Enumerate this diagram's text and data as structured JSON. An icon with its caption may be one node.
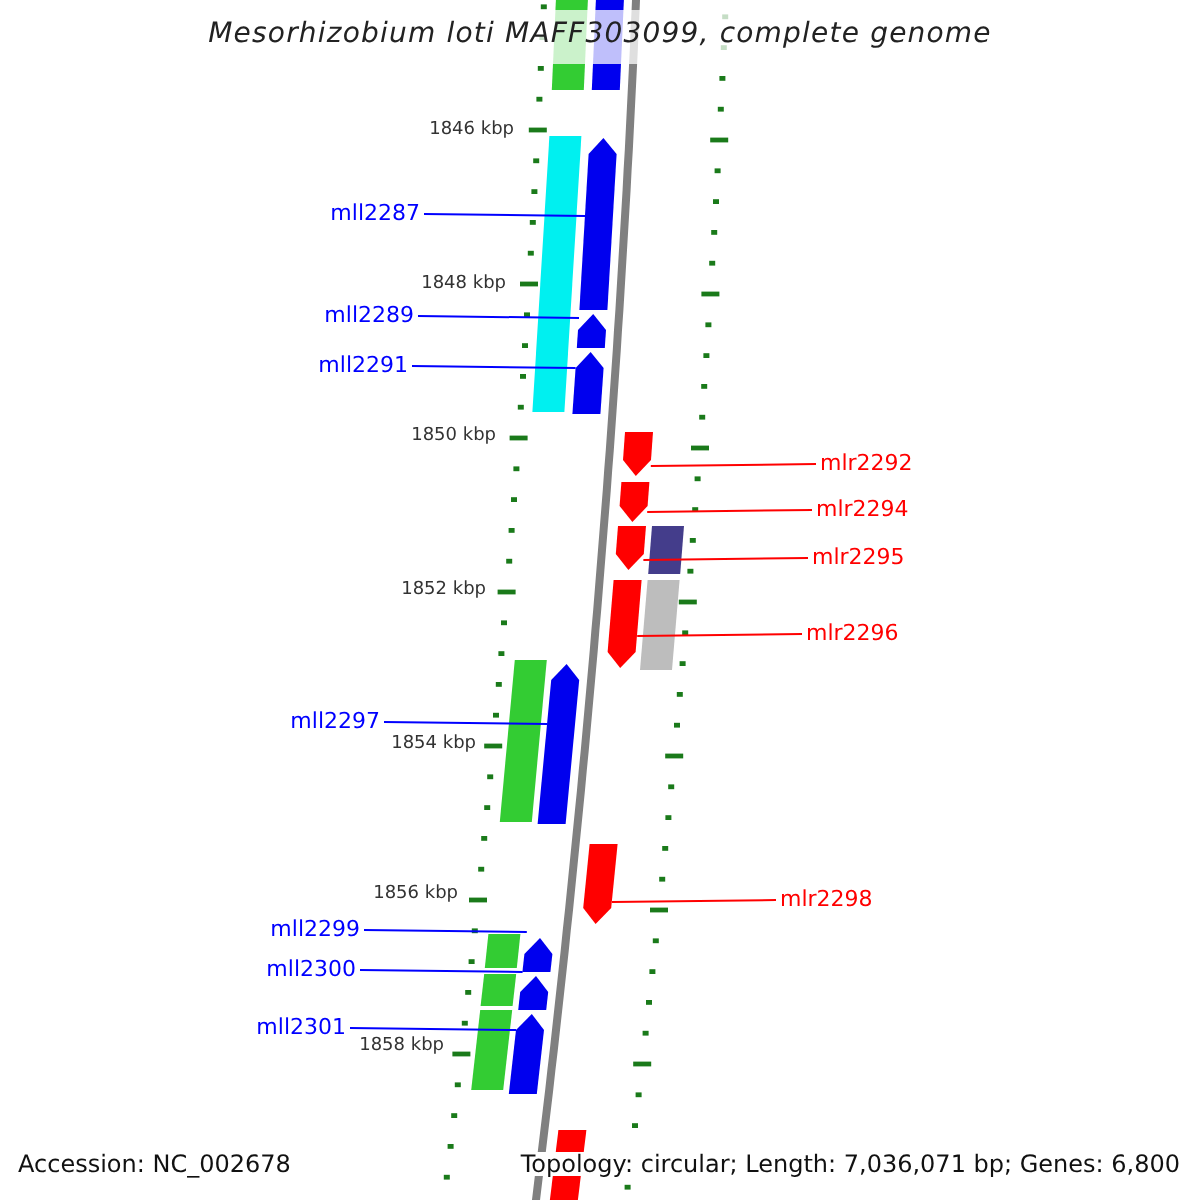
{
  "diagram": {
    "title": "Mesorhizobium loti MAFF303099, complete genome",
    "nodes": [
      {
        "text": [],
        "shape": "bar"
      },
      {
        "text": [],
        "shape": "arrow"
      },
      {
        "text": [
          "mll2287"
        ]
      },
      {
        "text": [],
        "shape": "bar"
      },
      {
        "text": [],
        "shape": "arrow"
      },
      {
        "text": [
          "mll2289"
        ]
      },
      {
        "text": [],
        "shape": "arrow"
      },
      {
        "text": [
          "mll2291"
        ]
      },
      {
        "text": [],
        "shape": "arrow"
      },
      {
        "text": [],
        "shape": "arrow"
      },
      {
        "text": [
          "mlr2292"
        ]
      },
      {
        "text": [],
        "shape": "arrow"
      },
      {
        "text": [
          "mlr2294"
        ]
      },
      {
        "text": [],
        "shape": "arrow"
      },
      {
        "text": [],
        "shape": "bar"
      },
      {
        "text": [
          "mlr2295"
        ]
      },
      {
        "text": [],
        "shape": "arrow"
      },
      {
        "text": [],
        "shape": "bar"
      },
      {
        "text": [
          "mlr2296"
        ]
      },
      {
        "text": [],
        "shape": "bar"
      },
      {
        "text": [
          "mll2297"
        ]
      },
      {
        "text": [],
        "shape": "arrow"
      },
      {
        "text": [],
        "shape": "arrow"
      },
      {
        "text": [
          "mlr2298"
        ]
      },
      {
        "text": [
          "mll2299"
        ]
      },
      {
        "text": [],
        "shape": "bar"
      },
      {
        "text": [],
        "shape": "arrow"
      },
      {
        "text": [
          "mll2300"
        ]
      },
      {
        "text": [],
        "shape": "bar"
      },
      {
        "text": [],
        "shape": "arrow"
      },
      {
        "text": [
          "mll2301"
        ]
      },
      {
        "text": [],
        "shape": "bar"
      },
      {
        "text": [],
        "shape": "arrow"
      },
      {
        "text": [],
        "shape": "arrow"
      }
    ],
    "edges": [
      {
        "from": 2,
        "to": 4,
        "arrow": "none"
      },
      {
        "from": 5,
        "to": 6,
        "arrow": "none"
      },
      {
        "from": 7,
        "to": 8,
        "arrow": "none"
      },
      {
        "from": 10,
        "to": 9,
        "arrow": "none",
        "color": "#ff0000"
      },
      {
        "from": 12,
        "to": 11,
        "arrow": "none",
        "color": "#ff0000"
      },
      {
        "from": 15,
        "to": 13,
        "arrow": "none",
        "color": "#ff0000"
      },
      {
        "from": 18,
        "to": 16,
        "arrow": "none",
        "color": "#ff0000"
      },
      {
        "from": 20,
        "to": 21,
        "arrow": "none"
      },
      {
        "from": 23,
        "to": 22,
        "arrow": "none",
        "color": "#ff0000"
      },
      {
        "from": 24,
        "to": 26,
        "arrow": "none"
      },
      {
        "from": 27,
        "to": 29,
        "arrow": "none"
      },
      {
        "from": 30,
        "to": 32,
        "arrow": "none"
      }
    ],
    "labels": [
      "1846 kbp",
      "1848 kbp",
      "1850 kbp",
      "1852 kbp",
      "1854 kbp",
      "1856 kbp",
      "1858 kbp",
      "Accession: NC_002678",
      "Topology: circular; Length: 7,036,071 bp; Genes: 6,800"
    ]
  }
}
